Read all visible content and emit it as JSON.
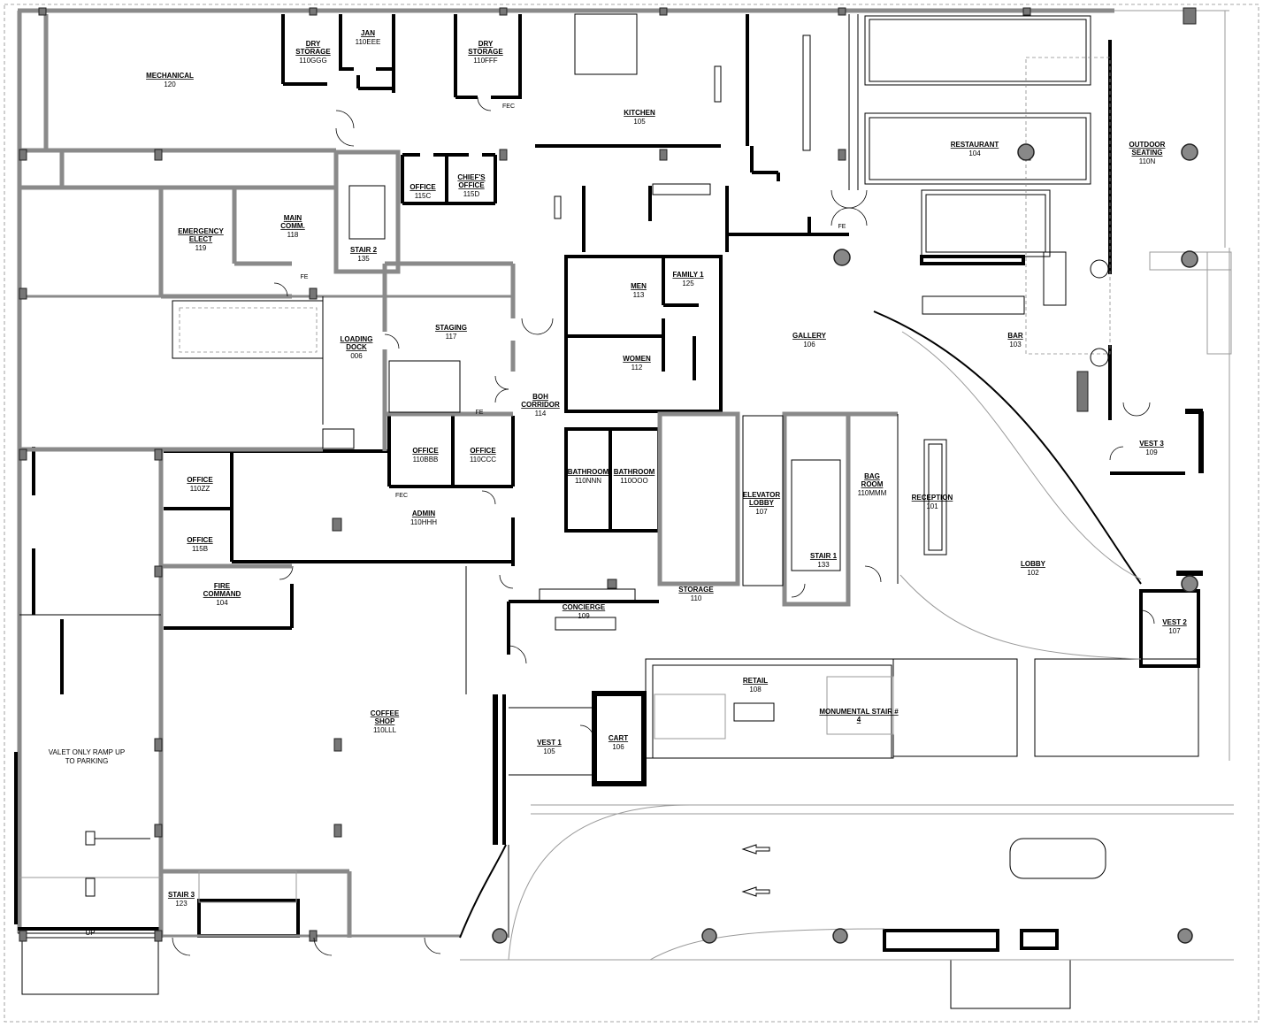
{
  "rooms": [
    {
      "id": "mechanical",
      "name": "MECHANICAL",
      "number": "120"
    },
    {
      "id": "dry-storage-ggg",
      "name": "DRY\nSTORAGE",
      "number": "110GGG"
    },
    {
      "id": "jan",
      "name": "JAN",
      "number": "110EEE"
    },
    {
      "id": "dry-storage-fff",
      "name": "DRY\nSTORAGE",
      "number": "110FFF"
    },
    {
      "id": "kitchen",
      "name": "KITCHEN",
      "number": "105"
    },
    {
      "id": "restaurant",
      "name": "RESTAURANT",
      "number": "104"
    },
    {
      "id": "outdoor-seating",
      "name": "OUTDOOR\nSEATING",
      "number": "110N"
    },
    {
      "id": "office-115c",
      "name": "OFFICE",
      "number": "115C"
    },
    {
      "id": "chiefs-office",
      "name": "CHIEF'S\nOFFICE",
      "number": "115D"
    },
    {
      "id": "emergency-elect",
      "name": "EMERGENCY\nELECT",
      "number": "119"
    },
    {
      "id": "main-comm",
      "name": "MAIN\nCOMM.",
      "number": "118"
    },
    {
      "id": "stair-2",
      "name": "STAIR 2",
      "number": "135"
    },
    {
      "id": "men",
      "name": "MEN",
      "number": "113"
    },
    {
      "id": "family-1",
      "name": "FAMILY 1",
      "number": "125"
    },
    {
      "id": "gallery",
      "name": "GALLERY",
      "number": "106"
    },
    {
      "id": "bar",
      "name": "BAR",
      "number": "103"
    },
    {
      "id": "loading-dock",
      "name": "LOADING\nDOCK",
      "number": "006"
    },
    {
      "id": "staging",
      "name": "STAGING",
      "number": "117"
    },
    {
      "id": "women",
      "name": "WOMEN",
      "number": "112"
    },
    {
      "id": "boh-corridor",
      "name": "BOH\nCORRIDOR",
      "number": "114"
    },
    {
      "id": "vest-3",
      "name": "VEST 3",
      "number": "109"
    },
    {
      "id": "office-110bbb",
      "name": "OFFICE",
      "number": "110BBB"
    },
    {
      "id": "office-110ccc",
      "name": "OFFICE",
      "number": "110CCC"
    },
    {
      "id": "bathroom-nnn",
      "name": "BATHROOM",
      "number": "110NNN"
    },
    {
      "id": "bathroom-ooo",
      "name": "BATHROOM",
      "number": "110OOO"
    },
    {
      "id": "elevator-lobby",
      "name": "ELEVATOR\nLOBBY",
      "number": "107"
    },
    {
      "id": "bag-room",
      "name": "BAG\nROOM",
      "number": "110MMM"
    },
    {
      "id": "reception",
      "name": "RECEPTION",
      "number": "101"
    },
    {
      "id": "office-110zz",
      "name": "OFFICE",
      "number": "110ZZ"
    },
    {
      "id": "admin",
      "name": "ADMIN",
      "number": "110HHH"
    },
    {
      "id": "office-115b",
      "name": "OFFICE",
      "number": "115B"
    },
    {
      "id": "stair-1",
      "name": "STAIR 1",
      "number": "133"
    },
    {
      "id": "lobby",
      "name": "LOBBY",
      "number": "102"
    },
    {
      "id": "fire-command",
      "name": "FIRE\nCOMMAND",
      "number": "104"
    },
    {
      "id": "storage",
      "name": "STORAGE",
      "number": "110"
    },
    {
      "id": "concierge",
      "name": "CONCIERGE",
      "number": "109"
    },
    {
      "id": "vest-2",
      "name": "VEST 2",
      "number": "107"
    },
    {
      "id": "retail",
      "name": "RETAIL",
      "number": "108"
    },
    {
      "id": "monumental-stair",
      "name": "MONUMENTAL STAIR #\n4",
      "number": ""
    },
    {
      "id": "coffee-shop",
      "name": "COFFEE\nSHOP",
      "number": "110LLL"
    },
    {
      "id": "vest-1",
      "name": "VEST 1",
      "number": "105"
    },
    {
      "id": "cart",
      "name": "CART",
      "number": "106"
    },
    {
      "id": "stair-3",
      "name": "STAIR 3",
      "number": "123"
    }
  ],
  "notes": {
    "valet": "VALET ONLY RAMP UP\nTO PARKING",
    "ramp_up": "UP",
    "fe": "FE",
    "fec": "FEC"
  }
}
